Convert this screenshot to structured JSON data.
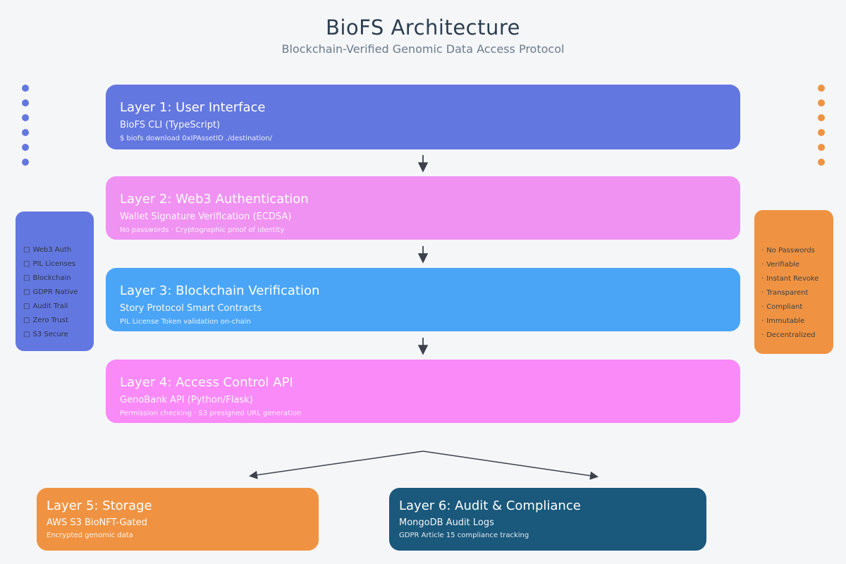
{
  "header": {
    "title": "BioFS Architecture",
    "subtitle": "Blockchain-Verified Genomic Data Access Protocol"
  },
  "layers": [
    {
      "title": "Layer 1: User Interface",
      "subtitle": "BioFS CLI (TypeScript)",
      "detail": "$ biofs download 0xIPAssetID ./destination/",
      "color": "#6377e0"
    },
    {
      "title": "Layer 2: Web3 Authentication",
      "subtitle": "Wallet Signature Verification (ECDSA)",
      "detail": "No passwords · Cryptographic proof of identity",
      "color": "#f092f2"
    },
    {
      "title": "Layer 3: Blockchain Verification",
      "subtitle": "Story Protocol Smart Contracts",
      "detail": "PIL License Token validation on-chain",
      "color": "#4aa5f7"
    },
    {
      "title": "Layer 4: Access Control API",
      "subtitle": "GenoBank API (Python/Flask)",
      "detail": "Permission checking · S3 presigned URL generation",
      "color": "#f98af7"
    }
  ],
  "bottom_layers": [
    {
      "title": "Layer 5: Storage",
      "subtitle": "AWS S3 BioNFT-Gated",
      "detail": "Encrypted genomic data",
      "color": "#ef9342"
    },
    {
      "title": "Layer 6: Audit & Compliance",
      "subtitle": "MongoDB Audit Logs",
      "detail": "GDPR Article 15 compliance tracking",
      "color": "#1a587c"
    }
  ],
  "left_panel": {
    "bullet": "□",
    "items": [
      "Web3 Auth",
      "PIL Licenses",
      "Blockchain",
      "GDPR Native",
      "Audit Trail",
      "Zero Trust",
      "S3 Secure"
    ],
    "color": "#6377e0",
    "text_color": "#2d3445"
  },
  "right_panel": {
    "bullet": "·",
    "items": [
      "No Passwords",
      "Verifiable",
      "Instant Revoke",
      "Transparent",
      "Compliant",
      "Immutable",
      "Decentralized"
    ],
    "color": "#ef9342",
    "text_color": "#414141"
  },
  "decorations": {
    "background": "#f5f6f8",
    "title_color": "#2c3e50",
    "subtitle_color": "#6b7b8c",
    "arrow_color": "#3c414b",
    "left_dots_color": "#6377e0",
    "right_dots_color": "#ef9342",
    "dot_count": 6
  }
}
